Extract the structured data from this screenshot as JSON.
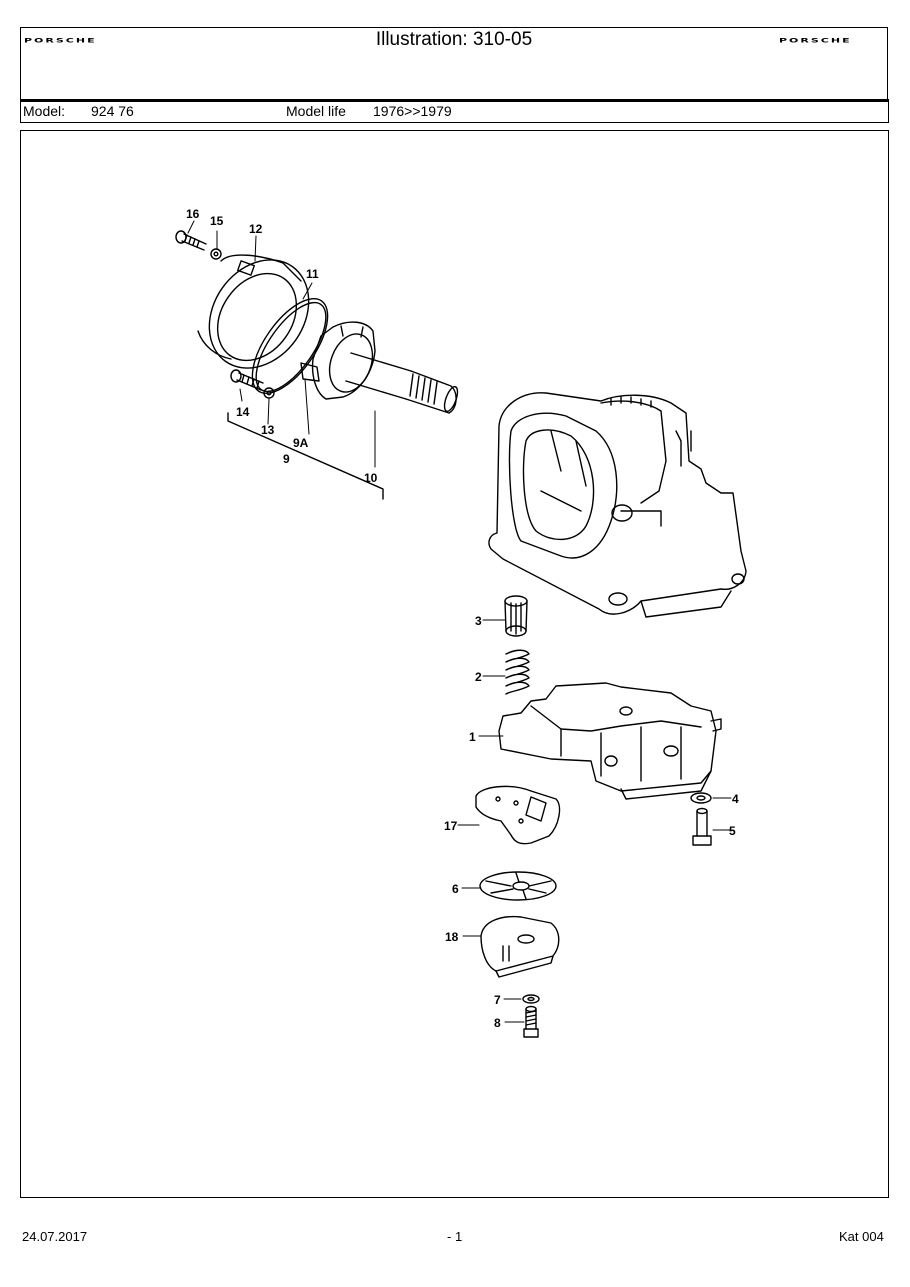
{
  "header": {
    "brand_left": "PORSCHE",
    "title": "Illustration: 310-05",
    "brand_right": "PORSCHE"
  },
  "model": {
    "model_label": "Model:",
    "model_value": "924 76",
    "life_label": "Model life",
    "life_value": "1976>>1979"
  },
  "diagram": {
    "callouts": [
      "16",
      "15",
      "12",
      "11",
      "14",
      "13",
      "9A",
      "9",
      "10",
      "3",
      "2",
      "1",
      "17",
      "4",
      "5",
      "6",
      "18",
      "7",
      "8"
    ]
  },
  "footer": {
    "date": "24.07.2017",
    "page": "- 1",
    "catalog": "Kat 004"
  }
}
